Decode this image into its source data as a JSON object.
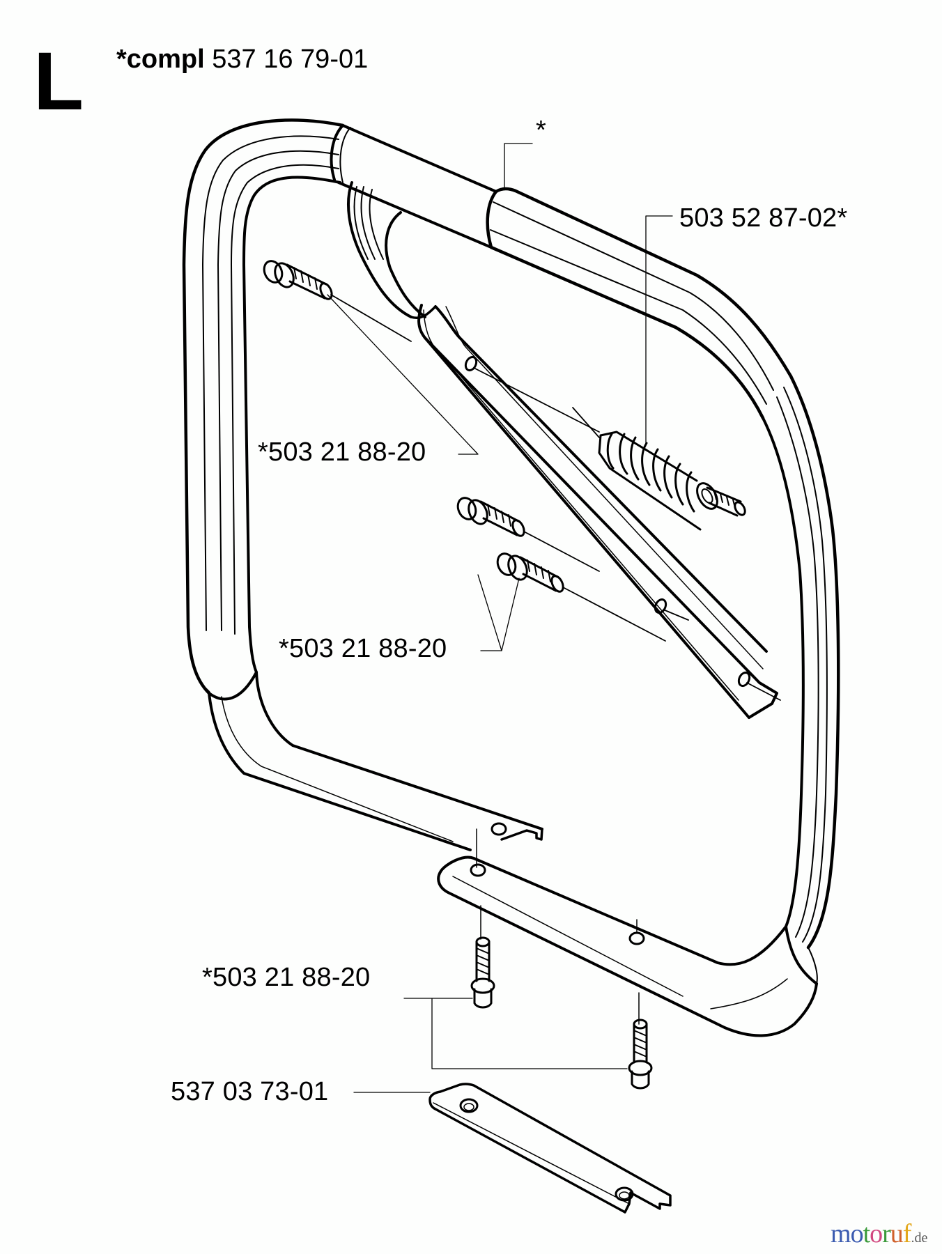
{
  "section": {
    "letter": "L"
  },
  "header": {
    "prefix": "*compl",
    "part_number": "537 16 79-01"
  },
  "callouts": [
    {
      "id": "grip-asterisk",
      "text": "*"
    },
    {
      "id": "damper-spring",
      "text": "503 52 87-02*"
    },
    {
      "id": "upper-bolt",
      "text": "*503 21 88-20"
    },
    {
      "id": "middle-bolts",
      "text": "*503 21 88-20"
    },
    {
      "id": "lower-bolts",
      "text": "*503 21 88-20"
    },
    {
      "id": "cover-plate",
      "text": "537 03 73-01"
    }
  ],
  "watermark": {
    "letters": [
      {
        "ch": "m",
        "color": "#3b5bb0"
      },
      {
        "ch": "o",
        "color": "#3b5bb0"
      },
      {
        "ch": "t",
        "color": "#3a9a3a"
      },
      {
        "ch": "o",
        "color": "#d1477f"
      },
      {
        "ch": "r",
        "color": "#3a9a3a"
      },
      {
        "ch": "u",
        "color": "#d0612a"
      },
      {
        "ch": "f",
        "color": "#e3a81c"
      }
    ],
    "suffix": ".de"
  }
}
